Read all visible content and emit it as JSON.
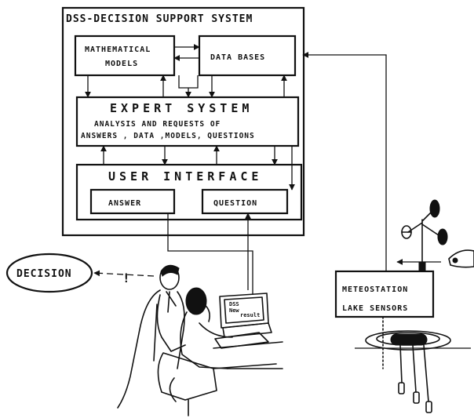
{
  "diagram": {
    "system_title": "DSS-DECISION SUPPORT SYSTEM",
    "math_models": [
      "MATHEMATICAL",
      "MODELS"
    ],
    "data_bases": "DATA BASES",
    "expert_system": {
      "title": "EXPERT SYSTEM",
      "line1": "ANALYSIS AND REQUESTS OF",
      "line2": "ANSWERS , DATA ,MODELS, QUESTIONS"
    },
    "user_interface": "USER INTERFACE",
    "answer": "ANSWER",
    "question": "QUESTION",
    "decision": "DECISION",
    "exclamation": "!",
    "screen_text": [
      "DSS",
      "New",
      "result"
    ],
    "meteostation": [
      "METEOSTATION",
      "LAKE SENSORS"
    ]
  }
}
